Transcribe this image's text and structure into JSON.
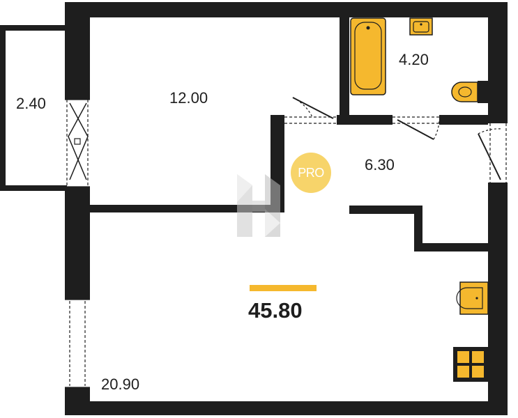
{
  "colors": {
    "wall": "#1e1e1e",
    "fixture": "#f5b82e",
    "badge": "#f7d46a",
    "accent_bar": "#f5b82e",
    "watermark": "#d9d9d9"
  },
  "rooms": [
    {
      "id": "balcony",
      "area": "2.40"
    },
    {
      "id": "room",
      "area": "12.00"
    },
    {
      "id": "bathroom",
      "area": "4.20"
    },
    {
      "id": "hallway",
      "area": "6.30"
    },
    {
      "id": "kitchen-living",
      "area": "20.90"
    }
  ],
  "total_area": "45.80",
  "badge": {
    "label": "PRO"
  },
  "icons": {
    "bathtub": "bathtub-icon",
    "sink": "sink-icon",
    "toilet": "toilet-icon",
    "stove": "stove-icon",
    "logo": "h-logo-icon"
  }
}
